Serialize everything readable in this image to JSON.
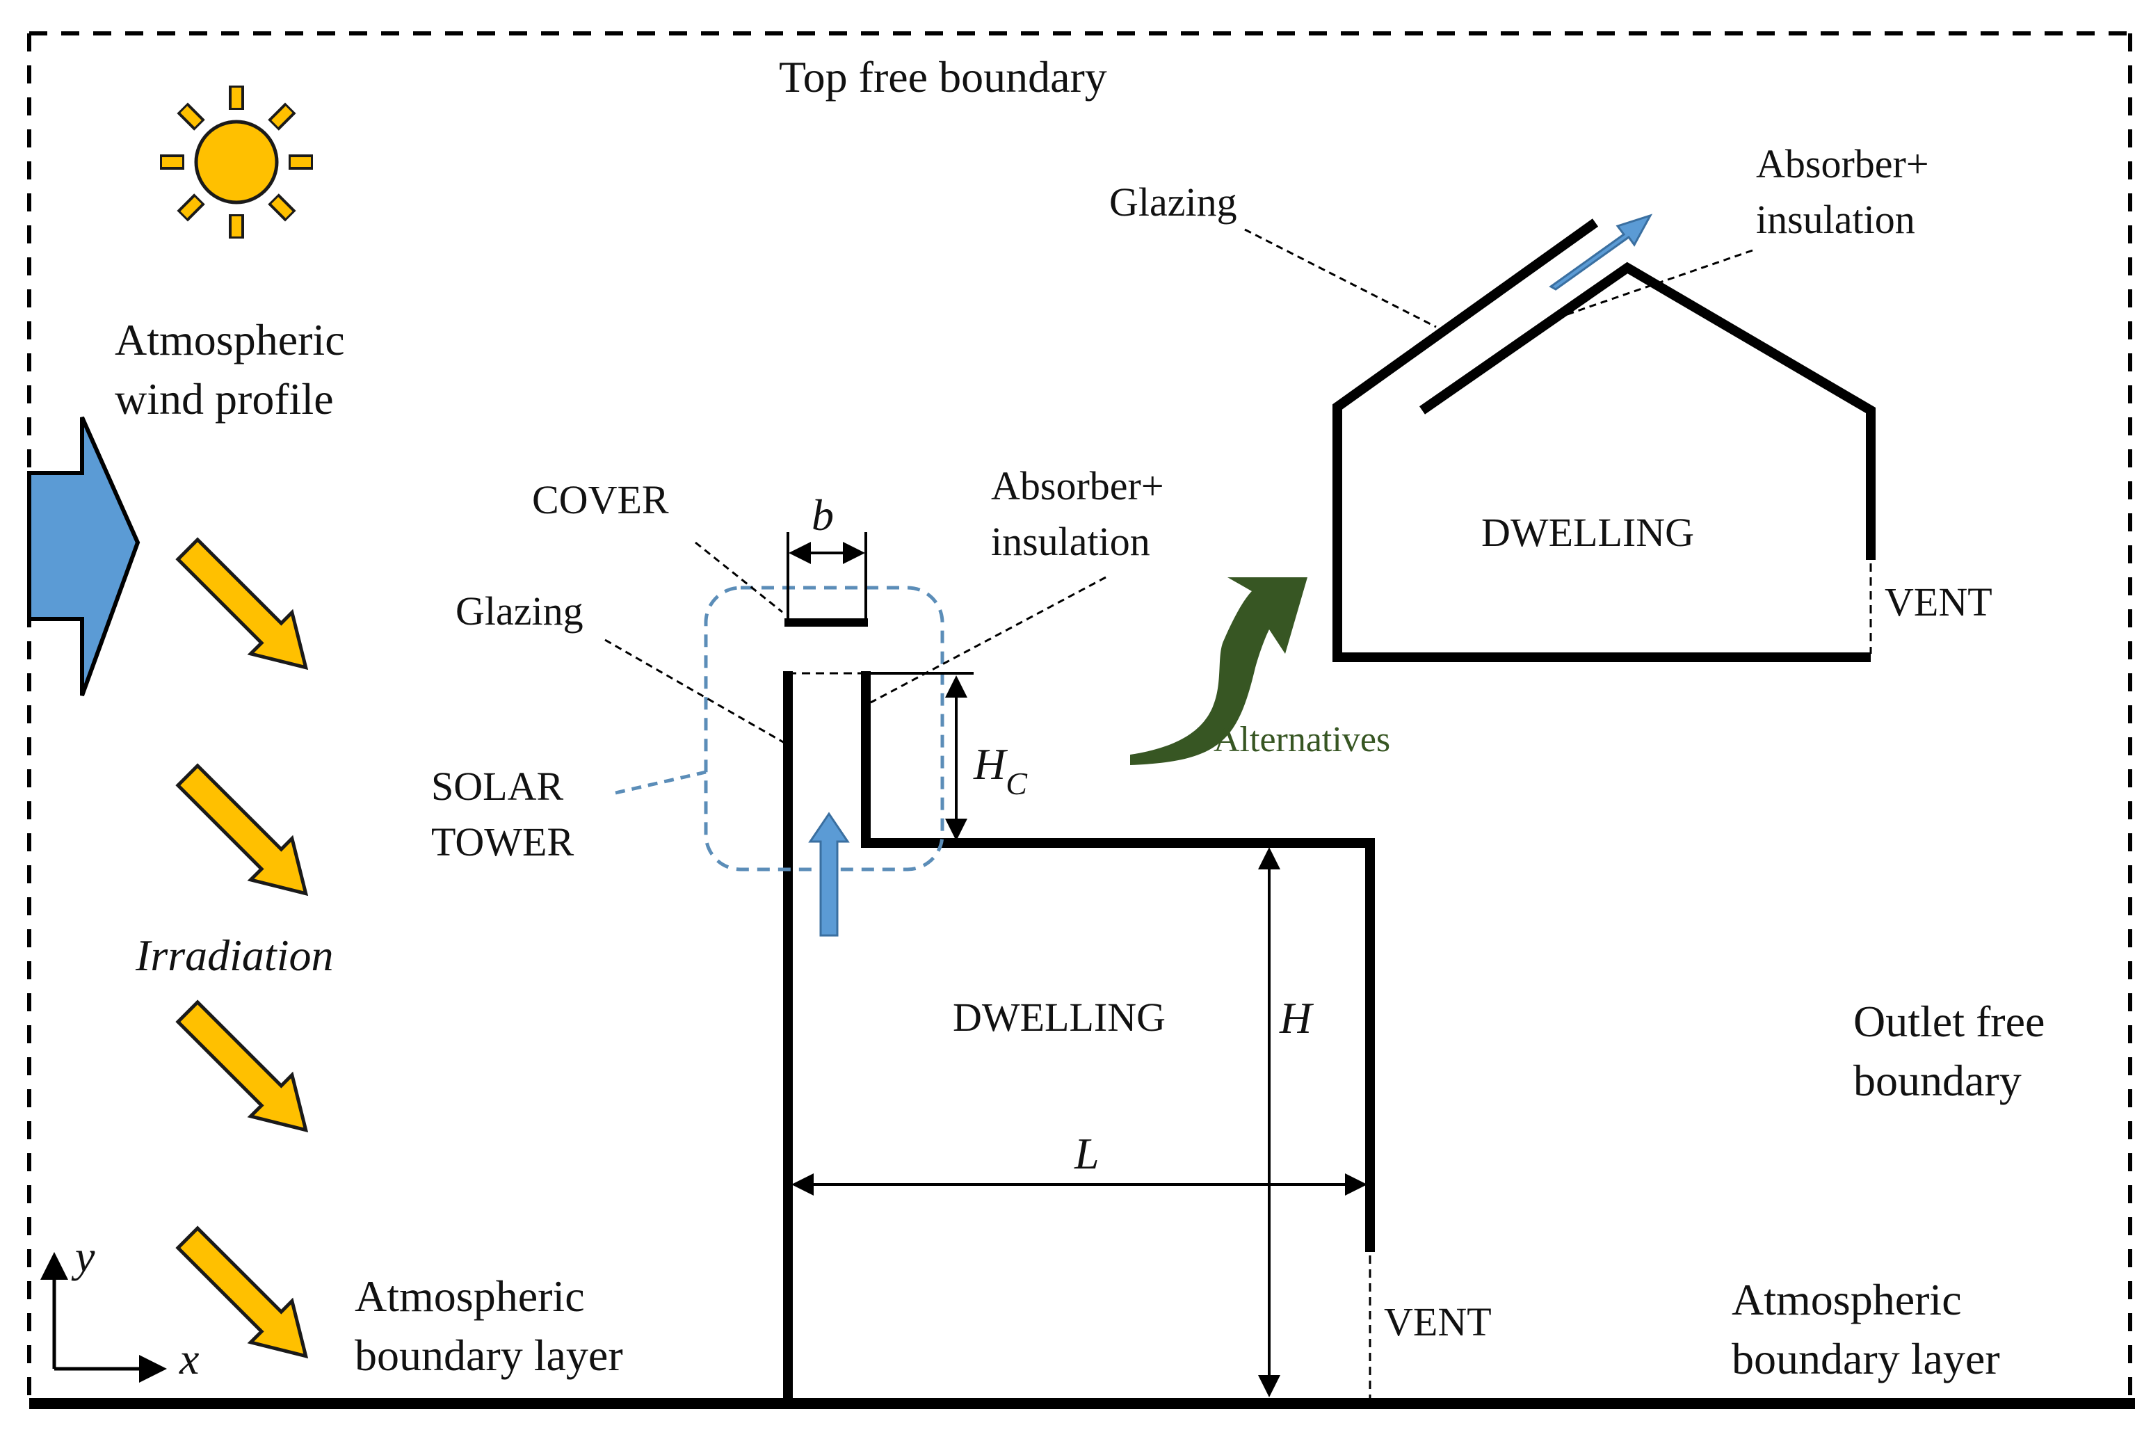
{
  "labels": {
    "top_boundary": "Top free boundary",
    "wind_line1": "Atmospheric",
    "wind_line2": "wind profile",
    "irradiation": "Irradiation",
    "abl_left_line1": "Atmospheric",
    "abl_left_line2": "boundary layer",
    "abl_right_line1": "Atmospheric",
    "abl_right_line2": "boundary layer",
    "outlet_line1": "Outlet free",
    "outlet_line2": "boundary",
    "cover": "COVER",
    "b": "b",
    "absorber_line1": "Absorber+",
    "absorber_line2": "insulation",
    "glazing": "Glazing",
    "solar_line1": "SOLAR",
    "solar_line2": "TOWER",
    "hc_main": "H",
    "hc_sub": "C",
    "h": "H",
    "l": "L",
    "dwelling": "DWELLING",
    "vent": "VENT",
    "alternatives": "Alternatives",
    "alt_glazing": "Glazing",
    "alt_absorber_line1": "Absorber+",
    "alt_absorber_line2": "insulation",
    "alt_dwelling": "DWELLING",
    "alt_vent": "VENT",
    "axis_y": "y",
    "axis_x": "x"
  },
  "colors": {
    "sun": "#FFC000",
    "sun_outline": "#1a1a1a",
    "irradiation_arrow": "#FFC000",
    "wind_arrow": "#5B9BD5",
    "flow_arrow": "#5B9BD5",
    "tower_outline": "#5B8DB8",
    "alternatives": "#375623",
    "structure": "#000000"
  },
  "icons": {
    "sun": "sun-icon",
    "wind": "wind-arrow-icon",
    "irradiation": "irradiation-arrow-icon",
    "flow": "airflow-arrow-icon",
    "alternatives": "curved-arrow-icon"
  }
}
